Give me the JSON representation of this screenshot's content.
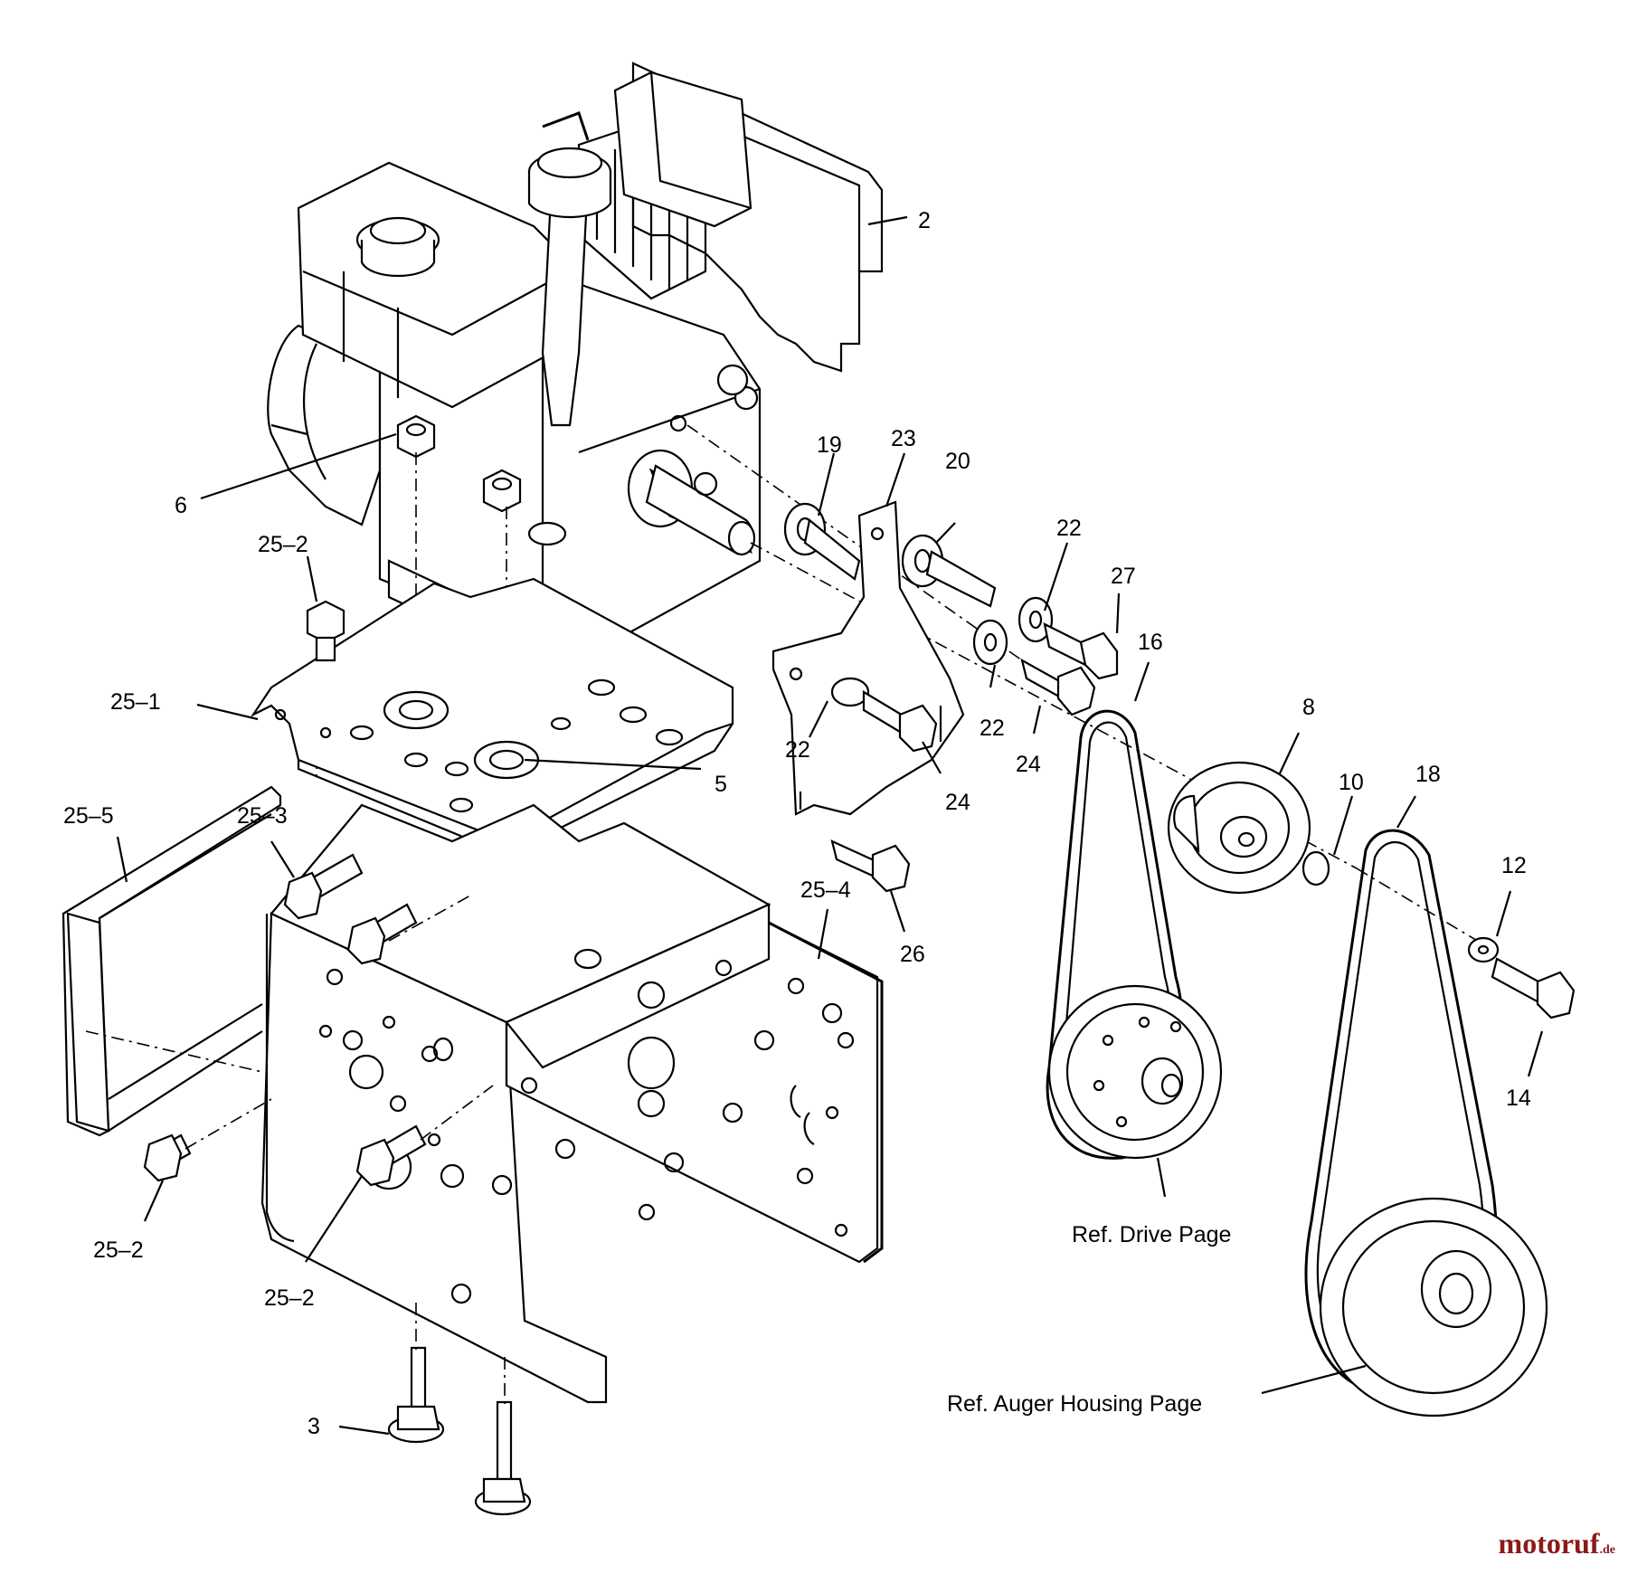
{
  "diagram": {
    "part_labels": {
      "p2": "2",
      "p6": "6",
      "p19": "19",
      "p23": "23",
      "p20": "20",
      "p22a": "22",
      "p27": "27",
      "p16": "16",
      "p25_2a": "25–2",
      "p25_1": "25–1",
      "p5": "5",
      "p25_5": "25–5",
      "p25_3": "25–3",
      "p22b": "22",
      "p22c": "22",
      "p24a": "24",
      "p24b": "24",
      "p8": "8",
      "p10": "10",
      "p18": "18",
      "p12": "12",
      "p26": "26",
      "p25_4": "25–4",
      "p14": "14",
      "p25_2b": "25–2",
      "p25_2c": "25–2",
      "p3": "3"
    },
    "references": {
      "drive": "Ref. Drive Page",
      "auger": "Ref. Auger Housing Page"
    }
  },
  "watermark": {
    "text": "motoruf",
    "tld": ".de"
  }
}
